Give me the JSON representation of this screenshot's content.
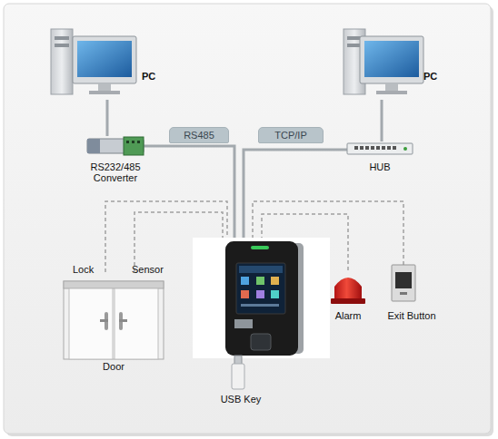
{
  "diagram": {
    "nodes": [
      {
        "text": [
          "PC"
        ]
      },
      {
        "text": [
          "PC"
        ]
      },
      {
        "text": [
          "RS232/485 Converter"
        ]
      },
      {
        "text": [
          "HUB"
        ]
      },
      {
        "text": [
          "RS485"
        ]
      },
      {
        "text": [
          "TCP/IP"
        ]
      },
      {
        "text": [
          "Door"
        ]
      },
      {
        "text": [
          "Alarm"
        ]
      },
      {
        "text": [
          "Exit Button"
        ]
      },
      {
        "text": [
          "USB Key"
        ]
      }
    ],
    "edges": [
      {
        "from": 0,
        "to": 2,
        "arrow": "none"
      },
      {
        "from": 1,
        "to": 3,
        "arrow": "none"
      }
    ],
    "labels": [
      "Lock",
      "Sensor"
    ]
  }
}
